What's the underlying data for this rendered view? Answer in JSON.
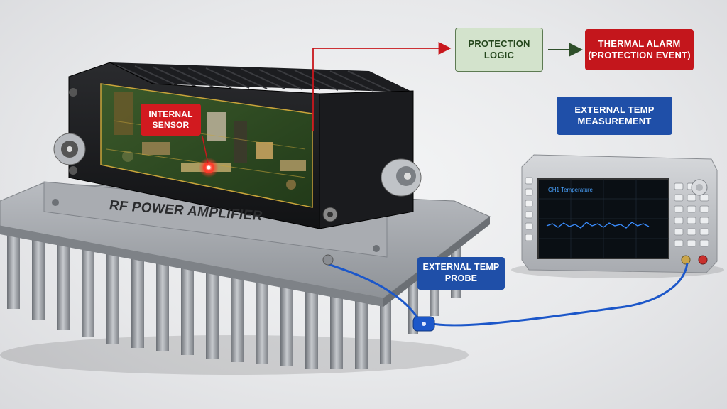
{
  "labels": {
    "protection_logic": "PROTECTION\nLOGIC",
    "thermal_alarm": "THERMAL ALARM\n(PROTECTION EVENT)",
    "external_temp_measurement": "EXTERNAL TEMP\nMEASUREMENT",
    "external_temp_probe": "EXTERNAL TEMP\nPROBE",
    "internal_sensor": "INTERNAL\nSENSOR",
    "amplifier_name": "RF POWER AMPLIFIER",
    "instrument_screen_title": "CH1 Temperature"
  },
  "colors": {
    "alarm_red": "#c4161c",
    "signal_red": "#c8171d",
    "logic_green_fill": "#d3e3cc",
    "logic_green_border": "#5d7a52",
    "arrow_dark_green": "#2f4f2a",
    "probe_blue": "#1f4fa8",
    "cable_blue": "#1c57c9",
    "trace_blue": "#3a8dff"
  },
  "icons": {
    "amplifier": "rf-amplifier-icon",
    "heatsink": "heatsink-icon",
    "instrument": "measurement-instrument-icon",
    "probe": "temperature-probe-icon",
    "sensor": "sensor-hotspot-icon"
  }
}
